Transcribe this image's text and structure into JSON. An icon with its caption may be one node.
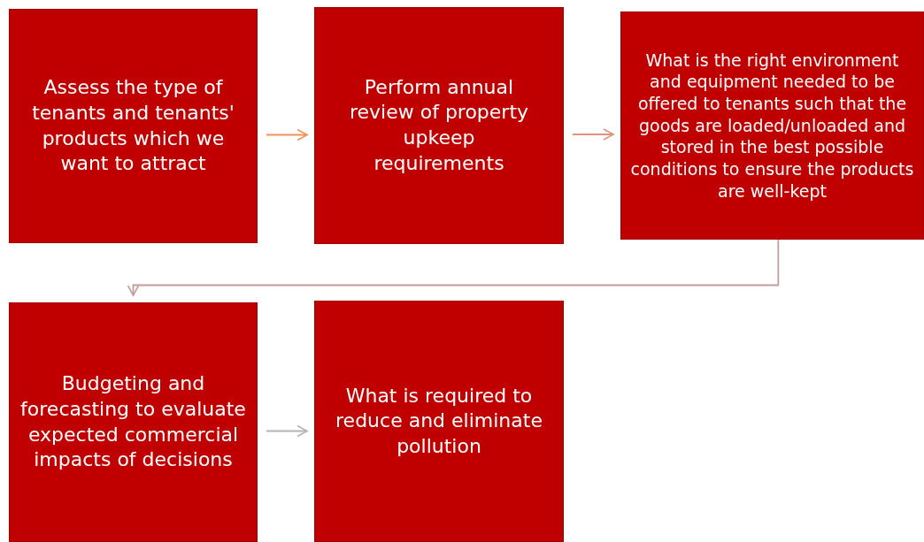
{
  "diagram": {
    "nodes": [
      {
        "text": [
          "Assess the type of tenants and tenants' products which we want to attract"
        ]
      },
      {
        "text": [
          "Perform annual review of property upkeep requirements"
        ]
      },
      {
        "text": [
          "What is the right environment and equipment needed to be offered to tenants such that the  goods are loaded/unloaded and stored in the best possible conditions to ensure the products are well-kept"
        ]
      },
      {
        "text": [
          "Budgeting and forecasting to evaluate expected commercial impacts of decisions"
        ]
      },
      {
        "text": [
          "What is required to reduce and eliminate pollution"
        ]
      }
    ],
    "edges": [
      {
        "from": 0,
        "to": 1,
        "arrow": "to",
        "color": "#f0915a"
      },
      {
        "from": 1,
        "to": 2,
        "arrow": "to",
        "color": "#de9580"
      },
      {
        "from": 2,
        "to": 3,
        "arrow": "to",
        "color": "#c49c9c"
      },
      {
        "from": 3,
        "to": 4,
        "arrow": "to",
        "color": "#b4b4b4"
      }
    ]
  }
}
